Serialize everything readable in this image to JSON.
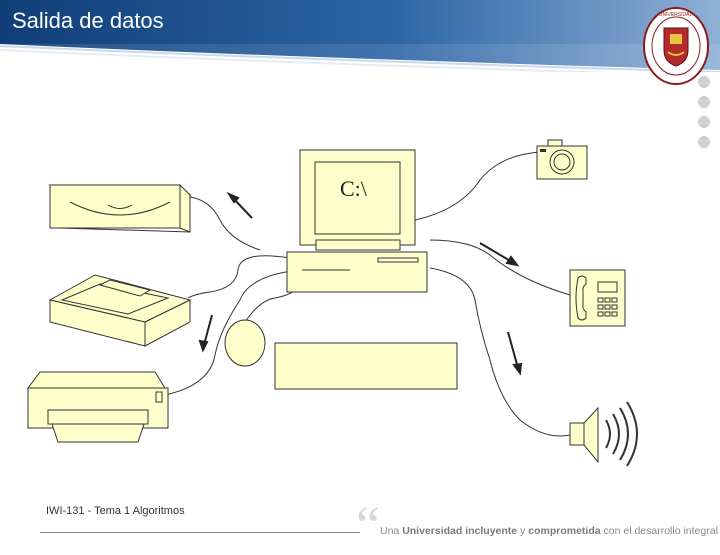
{
  "header": {
    "title": "Salida de datos"
  },
  "computer": {
    "screen_text": "C:\\"
  },
  "footer": {
    "course": "IWI-131 - Tema 1 Algoritmos",
    "slogan_prefix": "Una ",
    "slogan_bold1": "Universidad incluyente",
    "slogan_mid": " y ",
    "slogan_bold2": "comprometida",
    "slogan_suffix": " con el desarrollo integral"
  },
  "colors": {
    "header_blue": "#1b4f8a",
    "device_fill": "#ffffcc",
    "outline": "#333333"
  },
  "icons": [
    "university-seal-icon",
    "camera-icon",
    "telephone-icon",
    "speaker-icon",
    "printer-icon",
    "scanner-icon",
    "disk-drive-icon",
    "mouse-icon",
    "keyboard-icon",
    "monitor-icon"
  ]
}
